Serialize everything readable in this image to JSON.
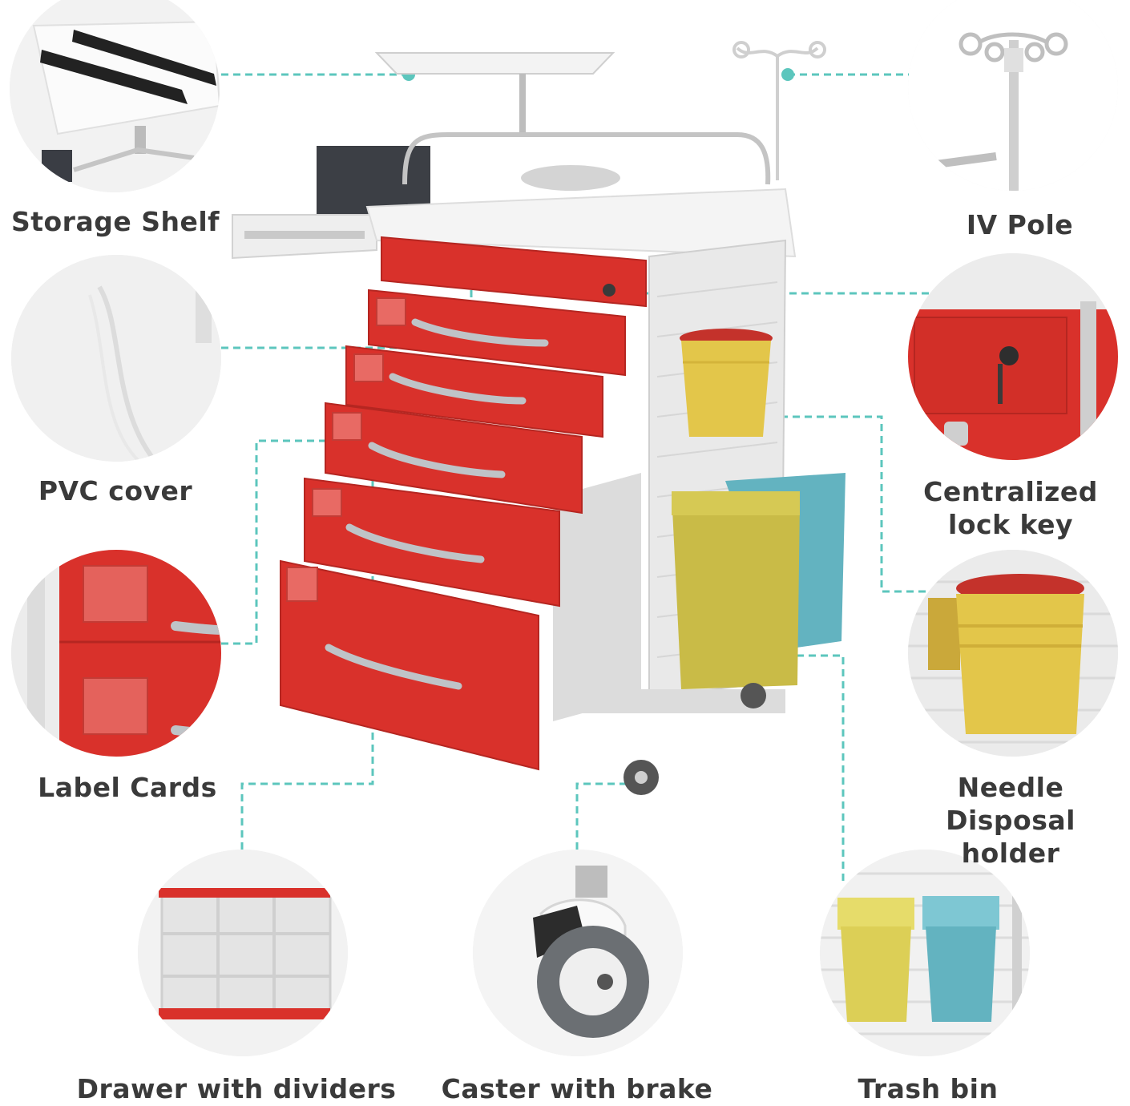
{
  "product": "mobile medical cart",
  "accent_color": "#d9312b",
  "leader_color": "#5cc6bd",
  "features": [
    {
      "name": "storage-shelf",
      "label": "Storage Shelf"
    },
    {
      "name": "iv-pole",
      "label": "IV Pole"
    },
    {
      "name": "pvc-cover",
      "label": "PVC cover"
    },
    {
      "name": "centralized-lock-key",
      "label": "Centralized\nlock key"
    },
    {
      "name": "label-cards",
      "label": "Label Cards"
    },
    {
      "name": "needle-disposal-holder",
      "label": "Needle Disposal\nholder"
    },
    {
      "name": "drawer-with-dividers",
      "label": "Drawer with dividers"
    },
    {
      "name": "caster-with-brake",
      "label": "Caster with brake"
    },
    {
      "name": "trash-bin",
      "label": "Trash bin"
    }
  ]
}
